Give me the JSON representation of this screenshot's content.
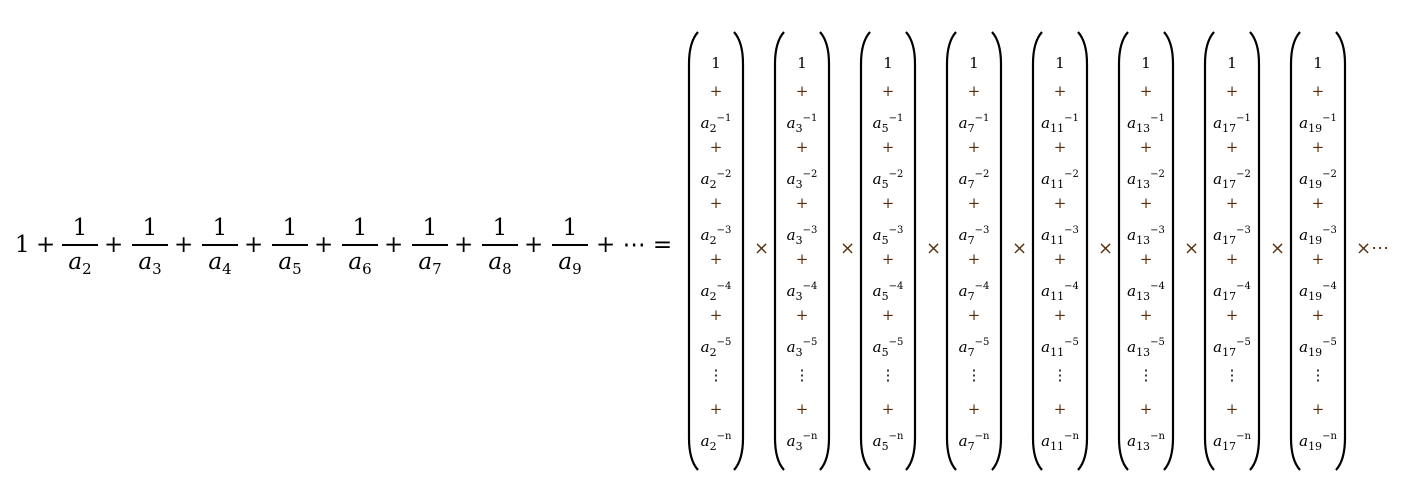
{
  "lhs": {
    "lead": "1",
    "plus": "+",
    "numerator": "1",
    "variable": "a",
    "indices": [
      "2",
      "3",
      "4",
      "5",
      "6",
      "7",
      "8",
      "9"
    ],
    "tail": "+ ⋯ ="
  },
  "rhs": {
    "variable": "a",
    "first_term": "1",
    "plus": "+",
    "exponents": [
      "−1",
      "−2",
      "−3",
      "−4",
      "−5"
    ],
    "vdots": "⋮",
    "last_exponent": "−n",
    "primes": [
      "2",
      "3",
      "5",
      "7",
      "11",
      "13",
      "17",
      "19"
    ],
    "times": "×",
    "tail": "×⋯"
  },
  "colors": {
    "operator": "#5a2c08",
    "text": "#000000"
  }
}
